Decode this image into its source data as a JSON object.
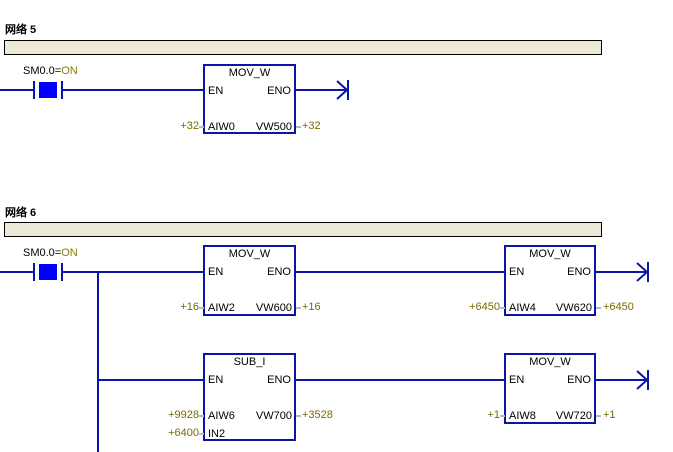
{
  "networks": [
    {
      "title": "网络 5",
      "contact": {
        "address": "SM0.0=",
        "state": "ON"
      },
      "boxes": [
        {
          "name": "MOV_W",
          "en": "EN",
          "eno": "ENO",
          "in1": {
            "pin": "AIW0",
            "value": "+32"
          },
          "out": {
            "pin": "VW500",
            "value": "+32"
          }
        }
      ]
    },
    {
      "title": "网络 6",
      "contact": {
        "address": "SM0.0=",
        "state": "ON"
      },
      "boxes": [
        {
          "name": "MOV_W",
          "en": "EN",
          "eno": "ENO",
          "in1": {
            "pin": "AIW2",
            "value": "+16"
          },
          "out": {
            "pin": "VW600",
            "value": "+16"
          }
        },
        {
          "name": "MOV_W",
          "en": "EN",
          "eno": "ENO",
          "in1": {
            "pin": "AIW4",
            "value": "+6450"
          },
          "out": {
            "pin": "VW620",
            "value": "+6450"
          }
        },
        {
          "name": "SUB_I",
          "en": "EN",
          "eno": "ENO",
          "in1": {
            "pin": "AIW6",
            "value": "+9928"
          },
          "in2": {
            "pin": "IN2",
            "value": "+6400"
          },
          "out": {
            "pin": "VW700",
            "value": "+3528"
          }
        },
        {
          "name": "MOV_W",
          "en": "EN",
          "eno": "ENO",
          "in1": {
            "pin": "AIW8",
            "value": "+1"
          },
          "out": {
            "pin": "VW720",
            "value": "+1"
          }
        }
      ]
    }
  ],
  "colors": {
    "wire": "#0a14a8",
    "contact_active": "#0000ff",
    "status_value": "#7a6a00",
    "comment_bar": "#ece9d8"
  }
}
